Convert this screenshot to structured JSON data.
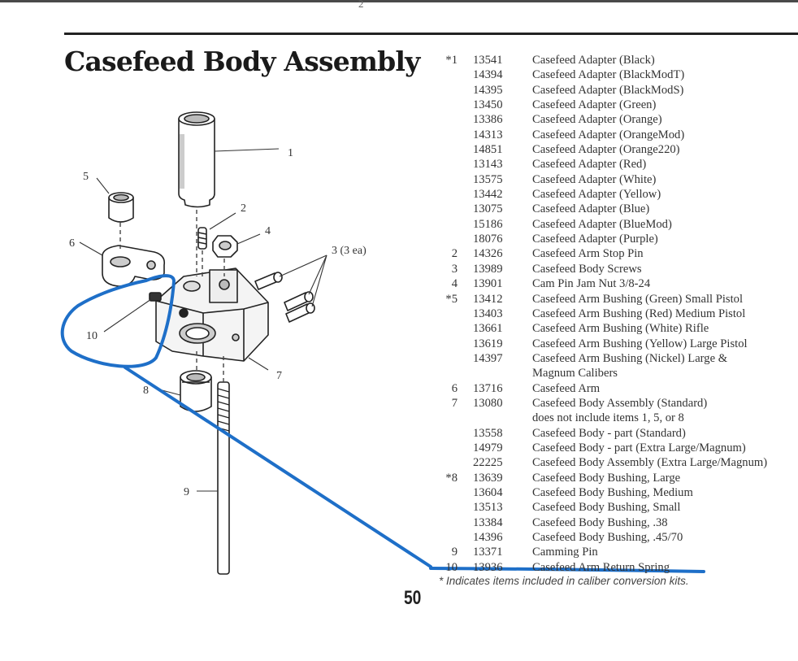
{
  "header": {
    "top_page_number": "2"
  },
  "page": {
    "title": "Casefeed Body Assembly",
    "page_number": "50",
    "footnote": "* Indicates items included in caliber conversion kits."
  },
  "diagram": {
    "callouts": [
      "1",
      "2",
      "3 (3 ea)",
      "4",
      "5",
      "6",
      "7",
      "8",
      "9",
      "10"
    ],
    "annotation_color": "#1e6fc8"
  },
  "parts": [
    {
      "num": "*1",
      "part": "13541",
      "desc": "Casefeed Adapter (Black)"
    },
    {
      "num": "",
      "part": "14394",
      "desc": "Casefeed Adapter (BlackModT)"
    },
    {
      "num": "",
      "part": "14395",
      "desc": "Casefeed Adapter (BlackModS)"
    },
    {
      "num": "",
      "part": "13450",
      "desc": "Casefeed Adapter (Green)"
    },
    {
      "num": "",
      "part": "13386",
      "desc": "Casefeed Adapter (Orange)"
    },
    {
      "num": "",
      "part": "14313",
      "desc": "Casefeed Adapter (OrangeMod)"
    },
    {
      "num": "",
      "part": "14851",
      "desc": "Casefeed Adapter (Orange220)"
    },
    {
      "num": "",
      "part": "13143",
      "desc": "Casefeed Adapter (Red)"
    },
    {
      "num": "",
      "part": "13575",
      "desc": "Casefeed Adapter (White)"
    },
    {
      "num": "",
      "part": "13442",
      "desc": "Casefeed Adapter (Yellow)"
    },
    {
      "num": "",
      "part": "13075",
      "desc": "Casefeed Adapter (Blue)"
    },
    {
      "num": "",
      "part": "15186",
      "desc": "Casefeed Adapter (BlueMod)"
    },
    {
      "num": "",
      "part": "18076",
      "desc": "Casefeed Adapter (Purple)"
    },
    {
      "num": "2",
      "part": "14326",
      "desc": "Casefeed Arm Stop Pin"
    },
    {
      "num": "3",
      "part": "13989",
      "desc": "Casefeed Body Screws"
    },
    {
      "num": "4",
      "part": "13901",
      "desc": "Cam Pin Jam Nut 3/8-24"
    },
    {
      "num": "*5",
      "part": "13412",
      "desc": "Casefeed Arm Bushing (Green) Small Pistol"
    },
    {
      "num": "",
      "part": "13403",
      "desc": "Casefeed Arm Bushing (Red) Medium Pistol"
    },
    {
      "num": "",
      "part": "13661",
      "desc": "Casefeed Arm Bushing (White) Rifle"
    },
    {
      "num": "",
      "part": "13619",
      "desc": "Casefeed Arm Bushing (Yellow) Large Pistol"
    },
    {
      "num": "",
      "part": "14397",
      "desc": "Casefeed Arm Bushing (Nickel) Large &"
    },
    {
      "num": "",
      "part": "",
      "desc": "Magnum Calibers"
    },
    {
      "num": "6",
      "part": "13716",
      "desc": "Casefeed Arm"
    },
    {
      "num": "7",
      "part": "13080",
      "desc": "Casefeed Body Assembly (Standard)"
    },
    {
      "num": "",
      "part": "",
      "desc": "does not include items 1, 5, or 8"
    },
    {
      "num": "",
      "part": "13558",
      "desc": "Casefeed Body - part (Standard)"
    },
    {
      "num": "",
      "part": "14979",
      "desc": "Casefeed Body - part (Extra Large/Magnum)"
    },
    {
      "num": "",
      "part": "22225",
      "desc": "Casefeed Body Assembly (Extra Large/Magnum)"
    },
    {
      "num": "*8",
      "part": "13639",
      "desc": "Casefeed Body Bushing, Large"
    },
    {
      "num": "",
      "part": "13604",
      "desc": "Casefeed Body Bushing, Medium"
    },
    {
      "num": "",
      "part": "13513",
      "desc": "Casefeed Body Bushing, Small"
    },
    {
      "num": "",
      "part": "13384",
      "desc": "Casefeed Body Bushing, .38"
    },
    {
      "num": "",
      "part": "14396",
      "desc": "Casefeed Body Bushing, .45/70"
    },
    {
      "num": "9",
      "part": "13371",
      "desc": "Camming Pin"
    },
    {
      "num": "10",
      "part": "13936",
      "desc": "Casefeed Arm Return Spring"
    }
  ]
}
